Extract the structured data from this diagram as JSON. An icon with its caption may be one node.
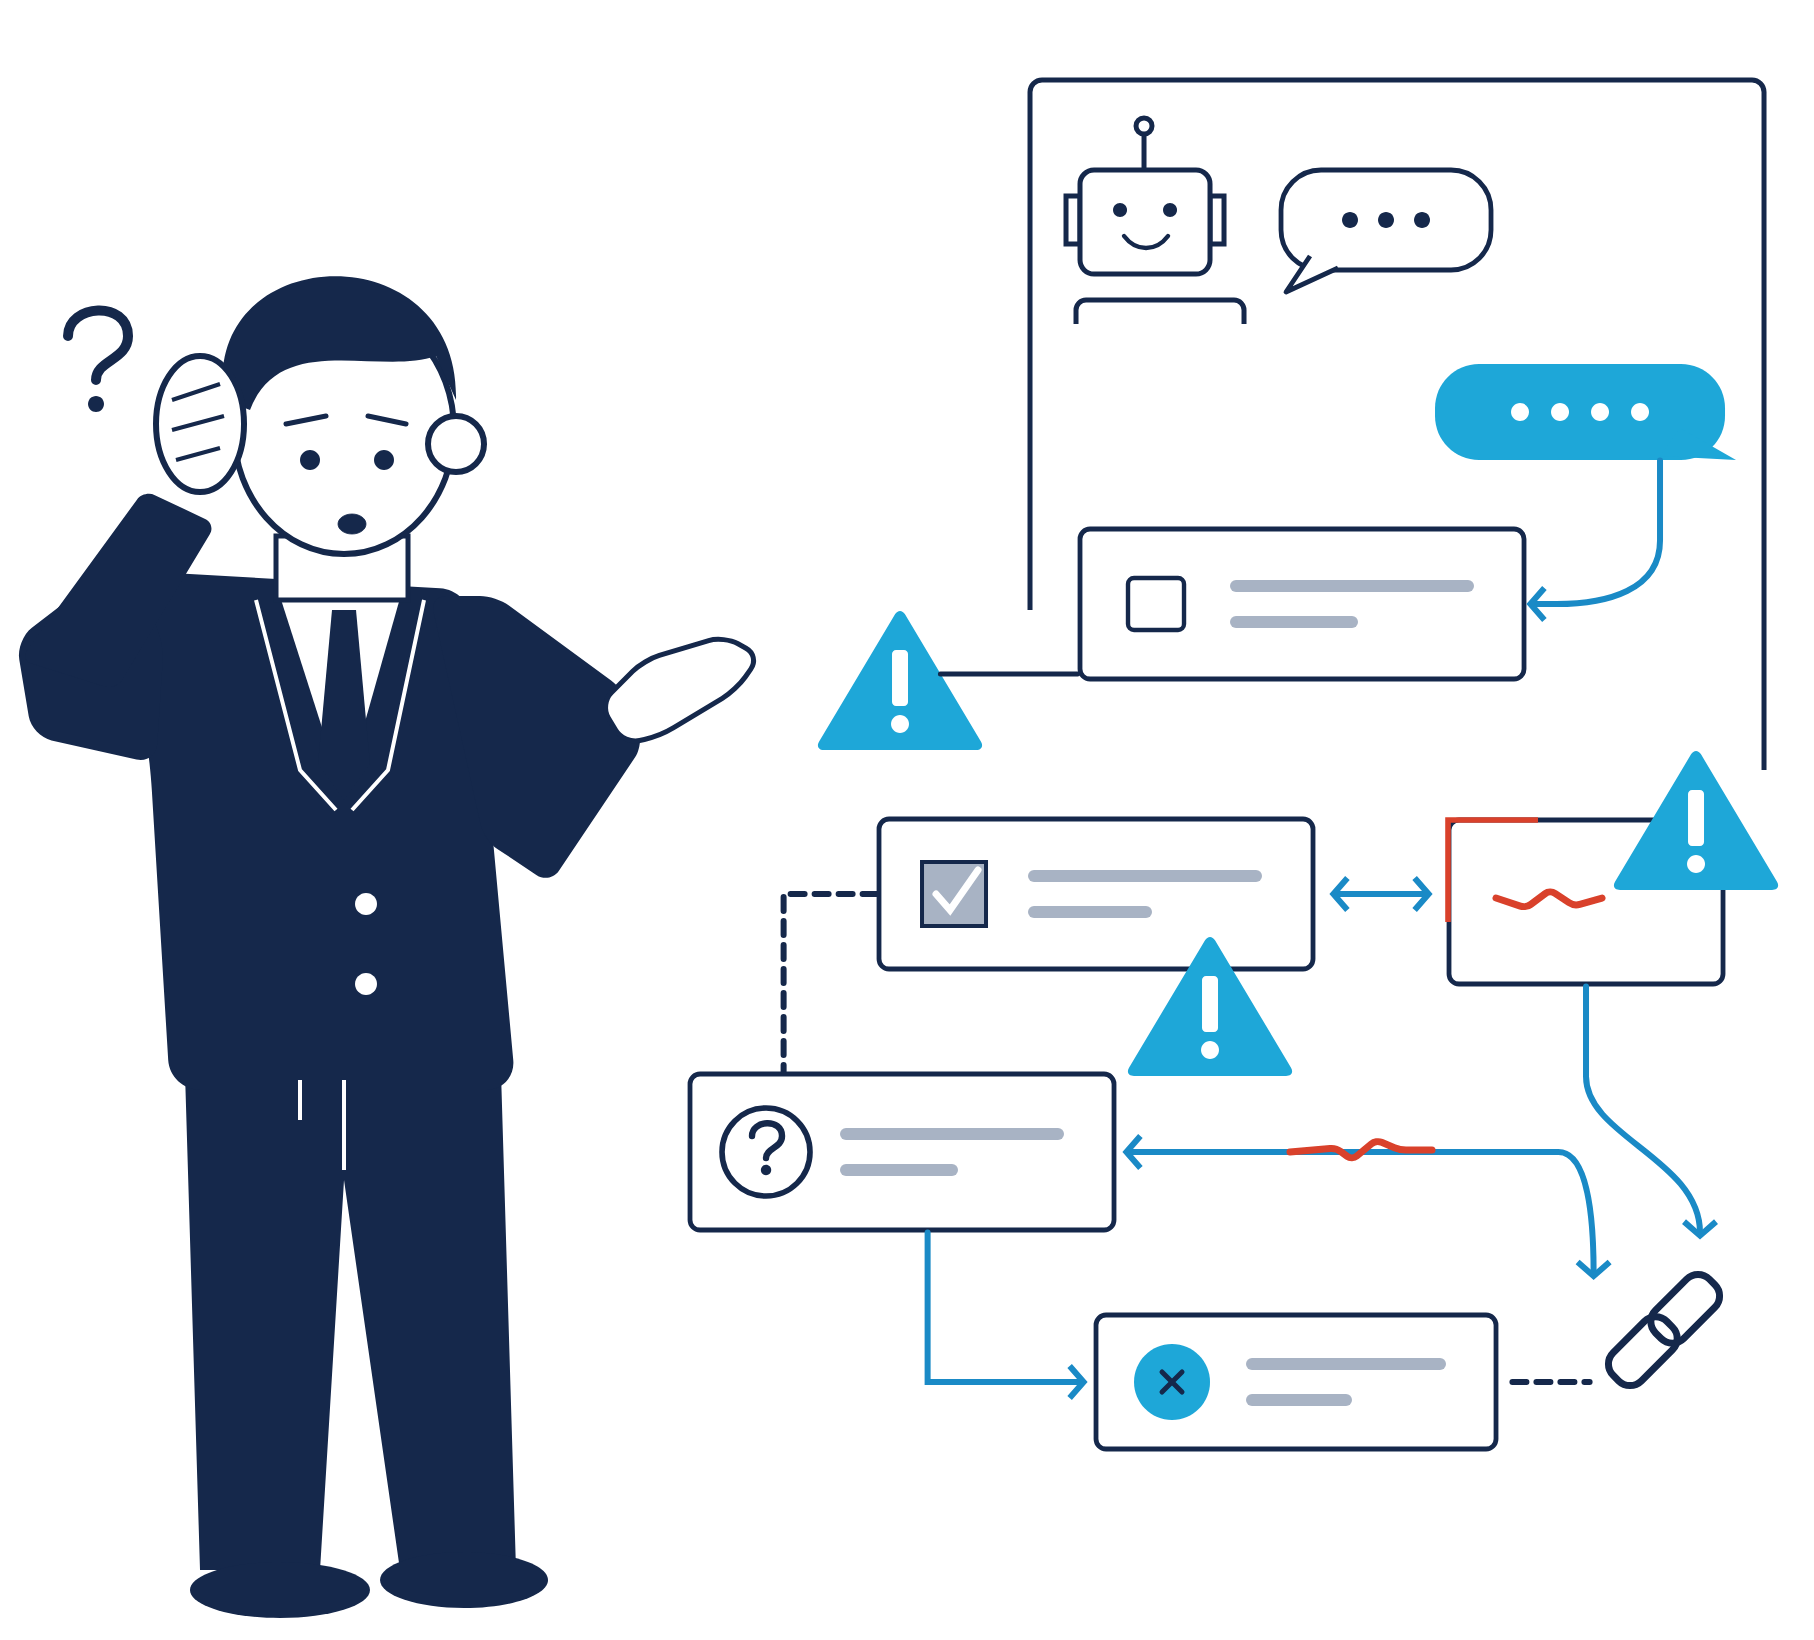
{
  "diagram": {
    "nodes": [
      {
        "text": [],
        "shape": "box"
      },
      {
        "text": [],
        "shape": "picture",
        "in": 0
      },
      {
        "text": [],
        "shape": "bubble",
        "in": 0
      },
      {
        "text": [],
        "shape": "bubble",
        "in": 0
      },
      {
        "text": [],
        "shape": "box",
        "in": 0
      },
      {
        "text": [],
        "shape": "triangle"
      },
      {
        "text": [],
        "shape": "box"
      },
      {
        "text": [],
        "shape": "box"
      },
      {
        "text": [],
        "shape": "triangle"
      },
      {
        "text": [],
        "shape": "triangle"
      },
      {
        "text": [],
        "shape": "box"
      },
      {
        "text": [],
        "shape": "picture"
      },
      {
        "text": [],
        "shape": "box"
      },
      {
        "text": [],
        "shape": "picture"
      }
    ],
    "edges": [
      {
        "from": 3,
        "to": 4,
        "arrow": "to"
      },
      {
        "from": 5,
        "to": 4,
        "arrow": "none",
        "color": "#15284b"
      },
      {
        "from": 6,
        "to": 7,
        "arrow": "both"
      },
      {
        "from": 6,
        "to": 10,
        "arrow": "none",
        "style": "dashed",
        "color": "#15284b"
      },
      {
        "from": 7,
        "to": 13,
        "arrow": "to"
      },
      {
        "from": 10,
        "to": 13,
        "arrow": "both"
      },
      {
        "from": 10,
        "to": 12,
        "arrow": "to"
      },
      {
        "from": 12,
        "to": 13,
        "arrow": "none",
        "style": "dashed",
        "color": "#15284b"
      }
    ]
  }
}
